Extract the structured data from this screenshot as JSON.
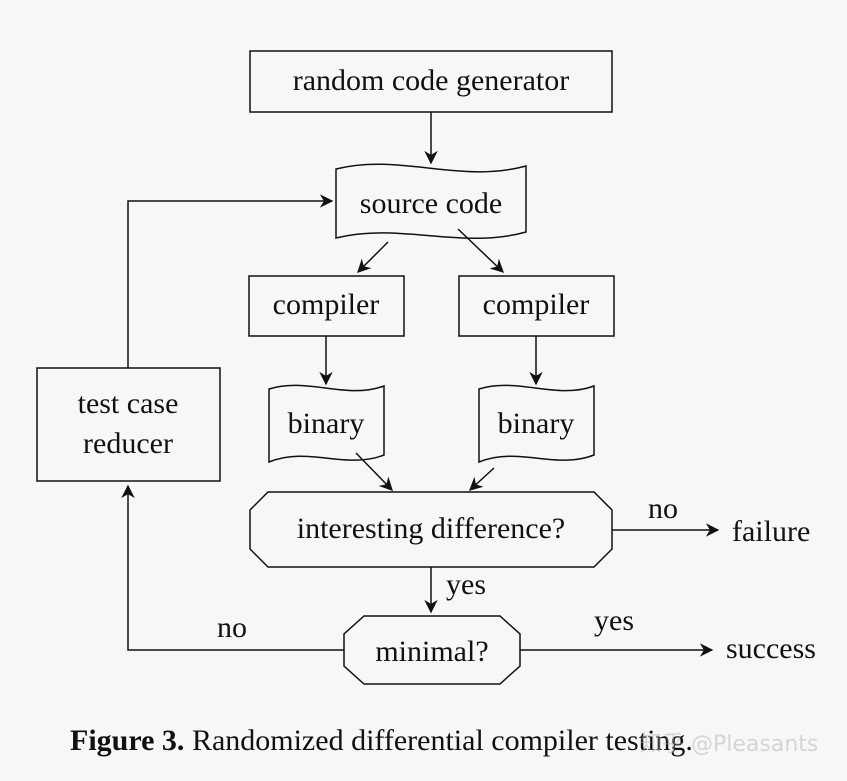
{
  "nodes": {
    "generator": "random code generator",
    "source": "source code",
    "compiler_left": "compiler",
    "compiler_right": "compiler",
    "binary_left": "binary",
    "binary_right": "binary",
    "reducer_line1": "test case",
    "reducer_line2": "reducer",
    "difference": "interesting difference?",
    "minimal": "minimal?",
    "failure": "failure",
    "success": "success"
  },
  "edges": {
    "diff_no": "no",
    "diff_yes": "yes",
    "minimal_no": "no",
    "minimal_yes": "yes"
  },
  "caption": {
    "label": "Figure 3.",
    "text": " Randomized differential compiler testing."
  },
  "watermark": "知乎 @Pleasants",
  "colors": {
    "background": "#f7f7f7",
    "stroke": "#111111",
    "text": "#111111"
  }
}
